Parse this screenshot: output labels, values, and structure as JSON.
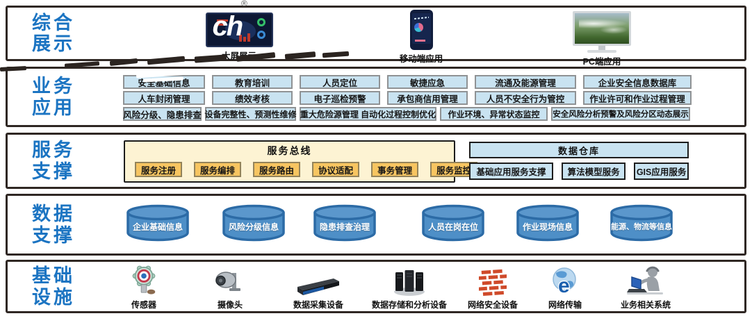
{
  "colors": {
    "accent_blue": "#1b74c2",
    "box_blue_fill": "#c9e3f1",
    "box_blue_border": "#8f9294",
    "section_border": "#2f2723",
    "service_bus_fill": "#fdf3d3",
    "orange_box_fill": "#f7c561",
    "cylinder_fill": "#4e8fc7",
    "cylinder_border": "#2c6ba6"
  },
  "watermark": {
    "overlay_text": "ch",
    "registered_mark": "®"
  },
  "layers": {
    "display": {
      "label_line1": "综合",
      "label_line2": "展示",
      "items": [
        {
          "label": "大屏展示",
          "icon": "dashboard-screen-icon"
        },
        {
          "label": "移动端应用",
          "icon": "smartphone-icon"
        },
        {
          "label": "PC端应用",
          "icon": "monitor-icon"
        }
      ]
    },
    "business": {
      "label_line1": "业务",
      "label_line2": "应用",
      "rows": [
        [
          "安全基础信息",
          "教育培训",
          "人员定位",
          "敏捷应急",
          "流通及能源管理",
          "企业安全信息数据库"
        ],
        [
          "人车封闭管理",
          "绩效考核",
          "电子巡检预警",
          "承包商信用管理",
          "人员不安全行为管控",
          "作业许可和作业过程管理"
        ],
        [
          "风险分级、隐患排查",
          "设备完整性、预测性维修",
          "重大危险源管理 自动化过程控制优化",
          "作业环境、异常状态监控",
          "安全风险分析预警及风险分区动态展示"
        ]
      ]
    },
    "service": {
      "label_line1": "服务",
      "label_line2": "支撑",
      "service_bus": {
        "title": "服务总线",
        "items": [
          "服务注册",
          "服务编排",
          "服务路由",
          "协议适配",
          "事务管理",
          "服务监控"
        ]
      },
      "data_warehouse": {
        "title": "数据仓库",
        "items": [
          "基础应用服务支撑",
          "算法模型服务",
          "GIS应用服务"
        ]
      }
    },
    "data": {
      "label_line1": "数据",
      "label_line2": "支撑",
      "cylinders": [
        "企业基础信息",
        "风险分级信息",
        "隐患排查治理",
        "人员在岗在位",
        "作业现场信息",
        "能源、物流等信息"
      ]
    },
    "infrastructure": {
      "label_line1": "基础",
      "label_line2": "设施",
      "items": [
        {
          "label": "传感器",
          "icon": "sensor-icon"
        },
        {
          "label": "摄像头",
          "icon": "camera-icon"
        },
        {
          "label": "数据采集设备",
          "icon": "rack-server-icon"
        },
        {
          "label": "数据存储和分析设备",
          "icon": "storage-towers-icon"
        },
        {
          "label": "网络安全设备",
          "icon": "firewall-icon"
        },
        {
          "label": "网络传输",
          "icon": "globe-icon"
        },
        {
          "label": "业务相关系统",
          "icon": "workstation-person-icon"
        }
      ]
    }
  }
}
